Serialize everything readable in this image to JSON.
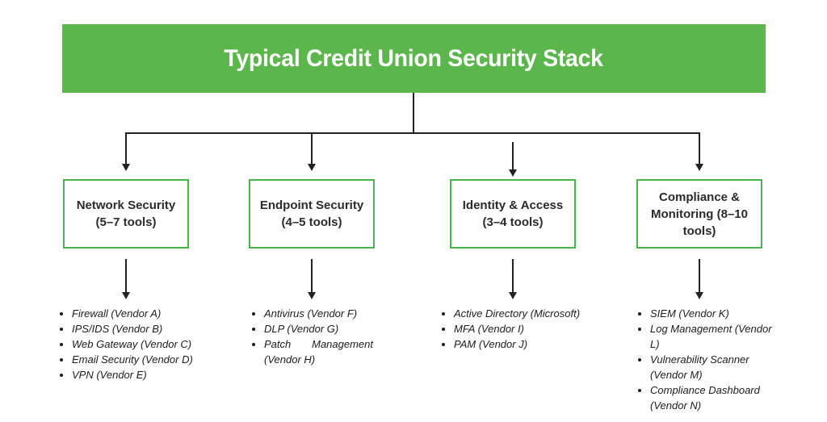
{
  "title": "Typical Credit Union Security Stack",
  "colors": {
    "banner_green": "#5BB74B",
    "box_border_green": "#46B749",
    "connector_black": "#222222",
    "label_dark": "#2B2B2B",
    "list_dark": "#1C1C1C"
  },
  "categories": [
    {
      "label": "Network Security (5–7 tools)",
      "tools": [
        "Firewall (Vendor A)",
        "IPS/IDS (Vendor B)",
        "Web Gateway (Vendor C)",
        "Email Security (Vendor D)",
        "VPN (Vendor E)"
      ]
    },
    {
      "label": "Endpoint Security (4–5 tools)",
      "tools": [
        "Antivirus (Vendor F)",
        "DLP (Vendor G)",
        "Patch Management (Vendor H)"
      ]
    },
    {
      "label": "Identity & Access (3–4 tools)",
      "tools": [
        "Active Directory (Microsoft)",
        "MFA (Vendor I)",
        "PAM (Vendor J)"
      ]
    },
    {
      "label": "Compliance & Monitoring (8–10 tools)",
      "tools": [
        "SIEM (Vendor K)",
        "Log Management (Vendor L)",
        "Vulnerability Scanner (Vendor M)",
        "Compliance Dashboard (Vendor N)"
      ]
    }
  ]
}
